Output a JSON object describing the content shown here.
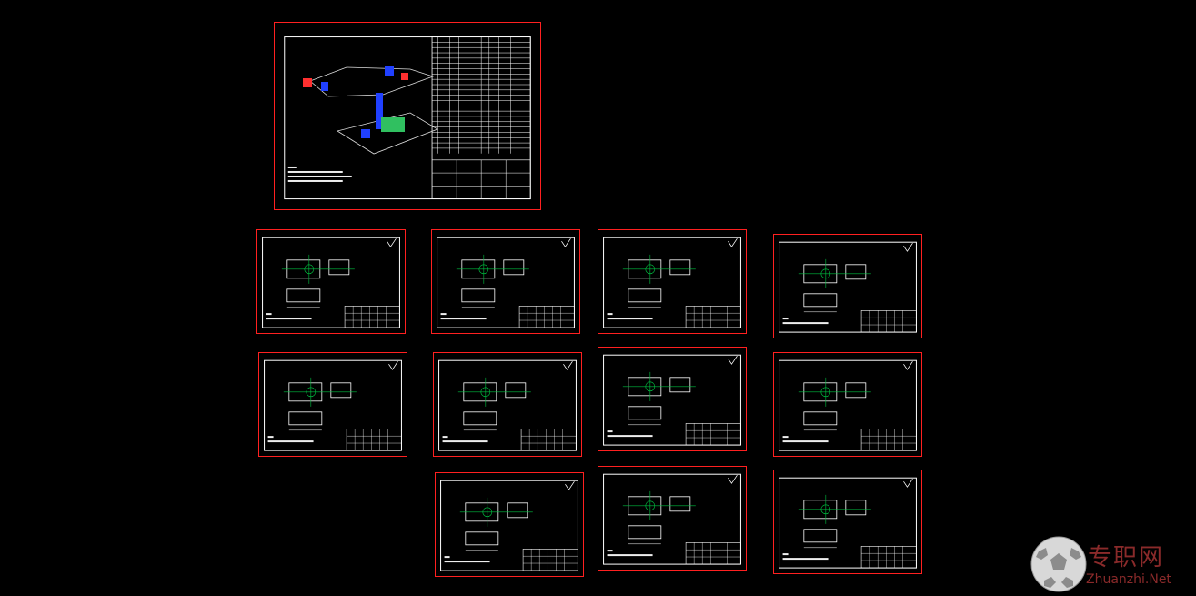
{
  "viewport": {
    "background": "#000000"
  },
  "colors": {
    "sheet_border": "#ff2020",
    "frame_line": "#ffffff",
    "dimension_line": "#00c040",
    "highlight_blue": "#2040ff",
    "highlight_red": "#ff3030"
  },
  "sheets": [
    {
      "id": "assembly",
      "kind": "assembly-drawing"
    },
    {
      "id": "part-1",
      "kind": "part-drawing"
    },
    {
      "id": "part-2",
      "kind": "part-drawing"
    },
    {
      "id": "part-3",
      "kind": "part-drawing"
    },
    {
      "id": "part-4",
      "kind": "part-drawing"
    },
    {
      "id": "part-5",
      "kind": "part-drawing"
    },
    {
      "id": "part-6",
      "kind": "part-drawing"
    },
    {
      "id": "part-7",
      "kind": "part-drawing"
    },
    {
      "id": "part-8",
      "kind": "part-drawing"
    },
    {
      "id": "part-9",
      "kind": "part-drawing"
    },
    {
      "id": "part-10",
      "kind": "part-drawing"
    },
    {
      "id": "part-11",
      "kind": "part-drawing"
    }
  ],
  "watermark": {
    "icon": "soccer-ball-icon",
    "text_cn": "专职网",
    "text_en": "Zhuanzhi.Net"
  }
}
